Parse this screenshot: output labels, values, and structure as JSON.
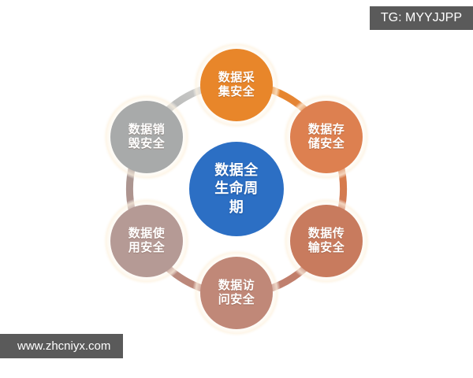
{
  "overlays": {
    "telegram_tag": "TG: MYYJJPP",
    "website": "www.zhcniyx.com"
  },
  "diagram": {
    "type": "cycle",
    "center": {
      "label": "数据全\n生命周\n期",
      "line1": "数据全",
      "line2": "生命周",
      "line3": "期",
      "color": "#2C6FC4"
    },
    "nodes": [
      {
        "id": "collection",
        "label_line1": "数据采",
        "label_line2": "集安全",
        "color": "#E8862A",
        "angle_deg": 270,
        "position": "top"
      },
      {
        "id": "storage",
        "label_line1": "数据存",
        "label_line2": "储安全",
        "color": "#DD8050",
        "angle_deg": 330,
        "position": "upper-right"
      },
      {
        "id": "transmission",
        "label_line1": "数据传",
        "label_line2": "输安全",
        "color": "#C87B5E",
        "angle_deg": 30,
        "position": "lower-right"
      },
      {
        "id": "access",
        "label_line1": "数据访",
        "label_line2": "问安全",
        "color": "#C08878",
        "angle_deg": 90,
        "position": "bottom"
      },
      {
        "id": "usage",
        "label_line1": "数据使",
        "label_line2": "用安全",
        "color": "#B59A95",
        "angle_deg": 150,
        "position": "lower-left"
      },
      {
        "id": "destruction",
        "label_line1": "数据销",
        "label_line2": "毁安全",
        "color": "#A8AAAA",
        "angle_deg": 210,
        "position": "upper-left"
      }
    ],
    "arcs": [
      {
        "from": "destruction",
        "to": "collection",
        "from_color": "#A8AAAA",
        "to_color": "#C8C8C6"
      },
      {
        "from": "collection",
        "to": "storage",
        "from_color": "#E8862A",
        "to_color": "#DE8147"
      },
      {
        "from": "storage",
        "to": "transmission",
        "from_color": "#DB7C45",
        "to_color": "#CE7A58"
      },
      {
        "from": "transmission",
        "to": "access",
        "from_color": "#C87B5E",
        "to_color": "#BE8071"
      },
      {
        "from": "access",
        "to": "usage",
        "from_color": "#BE8576",
        "to_color": "#B3938D"
      },
      {
        "from": "usage",
        "to": "destruction",
        "from_color": "#B0918C",
        "to_color": "#A99893"
      }
    ],
    "background": "#ffffff"
  }
}
